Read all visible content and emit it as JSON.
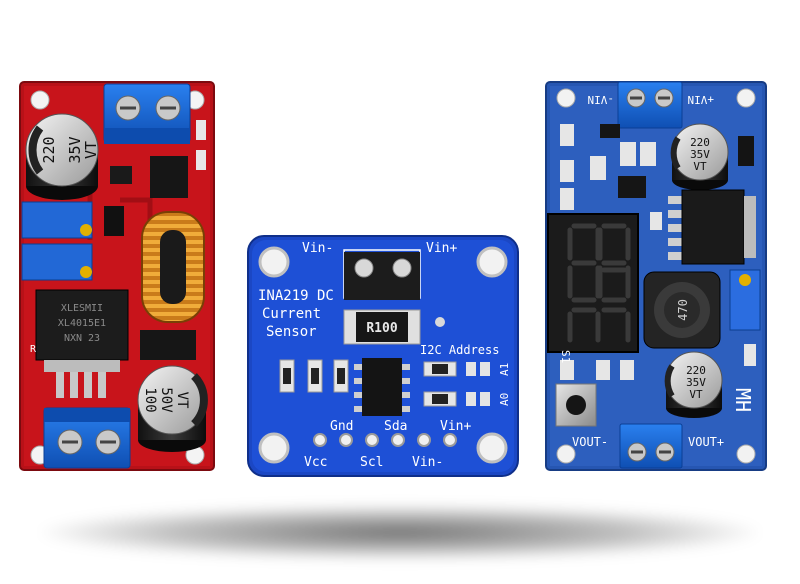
{
  "left_board": {
    "cap_top": [
      "220",
      "35V",
      "VT"
    ],
    "chip_marking": [
      "XLESMII",
      "XL4015E1",
      "NXN 23"
    ],
    "cap_bottom": [
      "100",
      "50V",
      "VT"
    ],
    "side_label": "R"
  },
  "middle_board": {
    "header_left": "Vin-",
    "header_right": "Vin+",
    "title_lines": [
      "INA219 DC",
      "Current",
      "Sensor"
    ],
    "shunt_marking": "R100",
    "i2c_label": "I2C Address",
    "addr_a1": "A1",
    "addr_a0": "A0",
    "pin_top_labels": [
      "Gnd",
      "Sda",
      "Vin+"
    ],
    "pin_bottom_labels": [
      "Vcc",
      "Scl",
      "Vin-"
    ]
  },
  "right_board": {
    "label_vin_minus": "-VIN",
    "label_vin_plus": "+VIN",
    "cap_top": [
      "220",
      "35V",
      "VT"
    ],
    "cap_bottom": [
      "220",
      "35V",
      "VT"
    ],
    "inductor_marking": "470",
    "label_vout_minus": "VOUT-",
    "label_vout_plus": "VOUT+",
    "brand": "MH",
    "side_label": "S1"
  },
  "colors": {
    "left_pcb": "#c8141b",
    "middle_pcb": "#1e50d6",
    "right_pcb": "#2d5fbe",
    "terminal_blue": "#1c6fe0"
  }
}
